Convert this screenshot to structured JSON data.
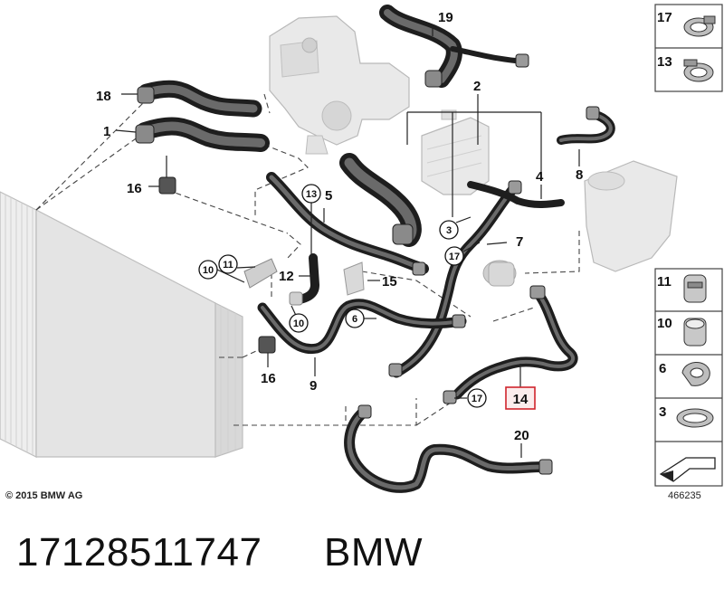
{
  "callouts": {
    "c19": "19",
    "c18": "18",
    "c1": "1",
    "c2": "2",
    "c16a": "16",
    "c16b": "16",
    "c13": "13",
    "c5": "5",
    "c3": "3",
    "c4": "4",
    "c8": "8",
    "c17a": "17",
    "c17b": "17",
    "c7": "7",
    "c11": "11",
    "c10a": "10",
    "c10b": "10",
    "c12": "12",
    "c15": "15",
    "c6": "6",
    "c9": "9",
    "c14": "14",
    "c20": "20"
  },
  "sidebar": {
    "items": [
      {
        "label": "17"
      },
      {
        "label": "13"
      },
      {
        "label": "11"
      },
      {
        "label": "10"
      },
      {
        "label": "6"
      },
      {
        "label": "3"
      }
    ]
  },
  "highlight_color": "#d0242c",
  "copyright": "© 2015 BMW AG",
  "figure_number": "466235",
  "part_number": "17128511747",
  "brand": "BMW"
}
